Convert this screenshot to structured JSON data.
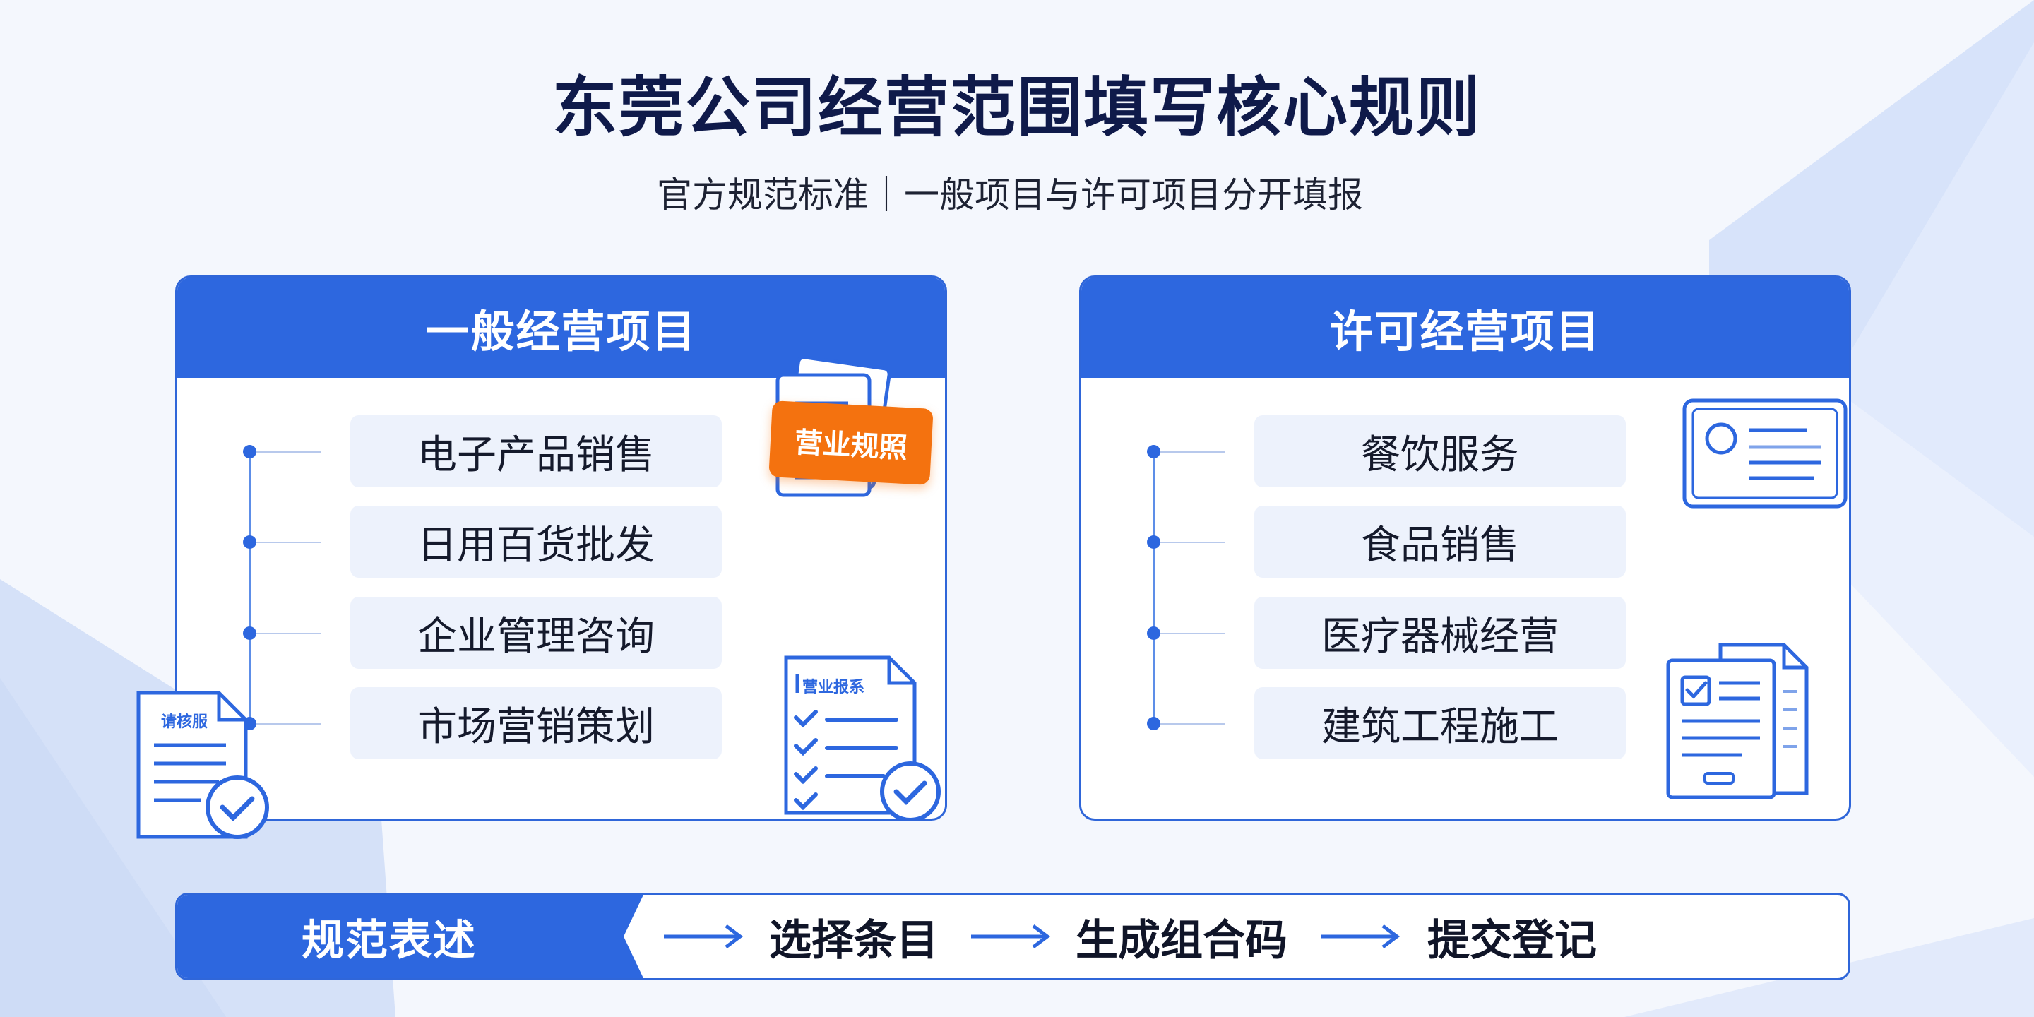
{
  "title": "东莞公司经营范围填写核心规则",
  "subtitle": "官方规范标准｜一般项目与许可项目分开填报",
  "panels": {
    "general": {
      "header": "一般经营项目",
      "items": [
        "电子产品销售",
        "日用百货批发",
        "企业管理咨询",
        "市场营销策划"
      ],
      "badge": "营业规照",
      "doc_label_left": "请核服",
      "doc_label_right": "营业报系"
    },
    "permit": {
      "header": "许可经营项目",
      "items": [
        "餐饮服务",
        "食品销售",
        "医疗器械经营",
        "建筑工程施工"
      ]
    }
  },
  "flow": {
    "start": "规范表述",
    "steps": [
      "选择条目",
      "生成组合码",
      "提交登记"
    ]
  },
  "colors": {
    "primary": "#2d67df",
    "badge": "#f4720f",
    "title": "#0f1a4a",
    "pill": "#edf2fc"
  },
  "icons": [
    "license-document-icon",
    "checklist-document-icon",
    "certificate-icon",
    "report-documents-icon",
    "arrow-right-icon"
  ]
}
